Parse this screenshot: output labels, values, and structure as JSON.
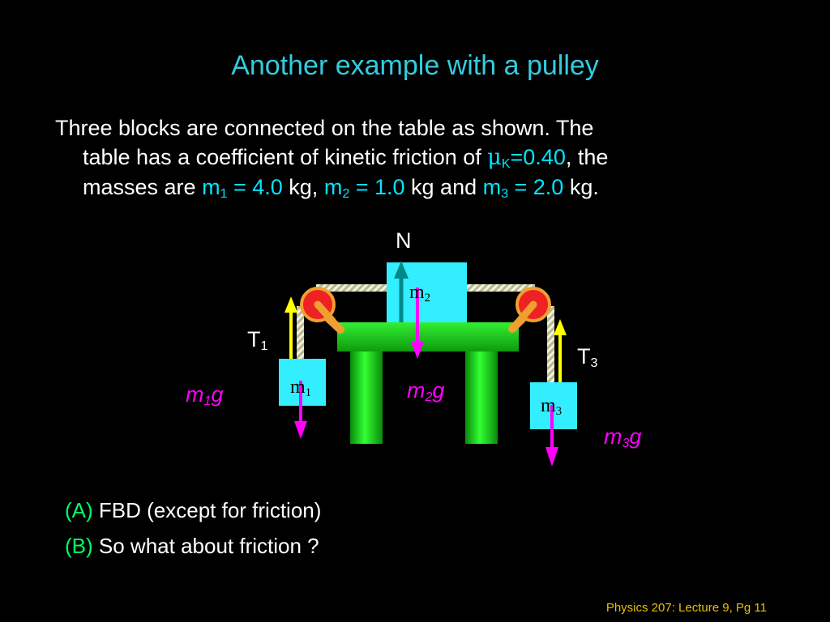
{
  "slide": {
    "title": "Another example with a pulley",
    "paragraph": {
      "line1": "Three blocks are connected on the table as shown.  The",
      "line2_pre": "table has a coefficient of kinetic friction of ",
      "mu_symbol": "μ",
      "mu_sub": "K",
      "mu_value": "=0.40",
      "line2_post": ", the",
      "line3_pre": "masses are ",
      "m1_sym": "m",
      "m1_sub": "1",
      "m1_val": " = 4.0",
      "sep1": " kg, ",
      "m2_sym": "m",
      "m2_sub": "2",
      "m2_val": " = 1.0",
      "sep2": " kg and ",
      "m3_sym": "m",
      "m3_sub": "3",
      "m3_val": " = 2.0",
      "end": " kg."
    },
    "diagram": {
      "normal_label": "N",
      "t1_label": "T",
      "t1_sub": "1",
      "t3_label": "T",
      "t3_sub": "3",
      "block1": {
        "sym": "m",
        "sub": "1"
      },
      "block2": {
        "sym": "m",
        "sub": "2"
      },
      "block3": {
        "sym": "m",
        "sub": "3"
      },
      "weight1": {
        "m": "m",
        "sub": "1",
        "g": "g"
      },
      "weight2": {
        "m": "m",
        "sub": "2",
        "g": "g"
      },
      "weight3": {
        "m": "m",
        "sub": "3",
        "g": "g"
      },
      "colors": {
        "block": "#33eeff",
        "table": "#1fcc1f",
        "pulley": "#ee2222",
        "rope": "#eeeecc",
        "tension": "#ffff00",
        "weight": "#ff00ff",
        "normal": "#008888"
      }
    },
    "options": [
      {
        "key": "(A)",
        "text": " FBD (except for friction)"
      },
      {
        "key": "(B)",
        "text": " So what about friction ?"
      }
    ],
    "footer": "Physics 207: Lecture 9, Pg 11"
  }
}
